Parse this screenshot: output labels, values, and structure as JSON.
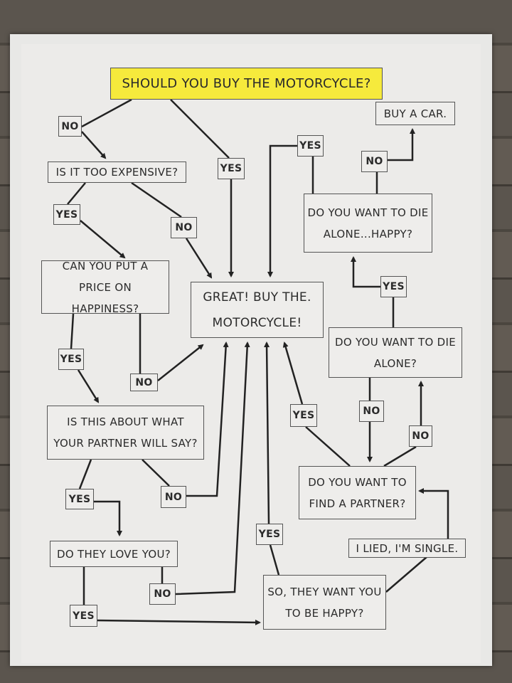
{
  "title": "Should you buy the motorcycle?",
  "nodes": {
    "buy_car": "Buy a car.",
    "too_expensive": "Is it too expensive?",
    "die_alone_happy": "Do you want to die alone...happy?",
    "price_happiness": "Can you put a price on happiness?",
    "great": "Great! Buy the. Motorcycle!",
    "die_alone": "Do you want to die alone?",
    "partner_say": "Is this about what your partner will say?",
    "find_partner": "Do you want to find a partner?",
    "love_you": "Do they love you?",
    "lied_single": "I lied, I'm single.",
    "want_happy": "So, they want you to be happy?"
  },
  "labels": {
    "yes": "Yes",
    "no": "No"
  }
}
